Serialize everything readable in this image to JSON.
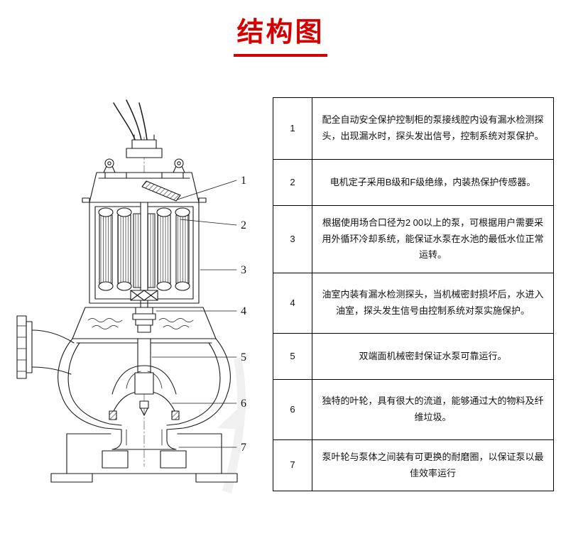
{
  "title": "结构图",
  "accent_color": "#d40000",
  "drawing": {
    "callouts": [
      "1",
      "2",
      "3",
      "4",
      "5",
      "6",
      "7"
    ]
  },
  "table": {
    "rows": [
      {
        "num": "1",
        "text": "配全自动安全保护控制柜的泵接线腔内设有漏水检测探头，出现漏水时，探头发出信号，控制系统对泵保护。"
      },
      {
        "num": "2",
        "text": "电机定子采用B级和F级绝缘，内装热保护传感器。"
      },
      {
        "num": "3",
        "text": "根据使用场合口径为2 00以上的泵，可根据用户需要采用外循环冷却系统，能保证水泵在水池的最低水位正常运转。"
      },
      {
        "num": "4",
        "text": "油室内装有漏水检测探头，当机械密封损坏后，水进入油室，探头发生信号由控制系统对泵实施保护。"
      },
      {
        "num": "5",
        "text": "双端面机械密封保证水泵可靠运行。"
      },
      {
        "num": "6",
        "text": "独特的叶轮，具有很大的流道，能够通过大的物料及纤维垃圾。"
      },
      {
        "num": "7",
        "text": "泵叶轮与泵体之间装有可更换的耐磨圈，以保证泵以最佳效率运行"
      }
    ]
  }
}
